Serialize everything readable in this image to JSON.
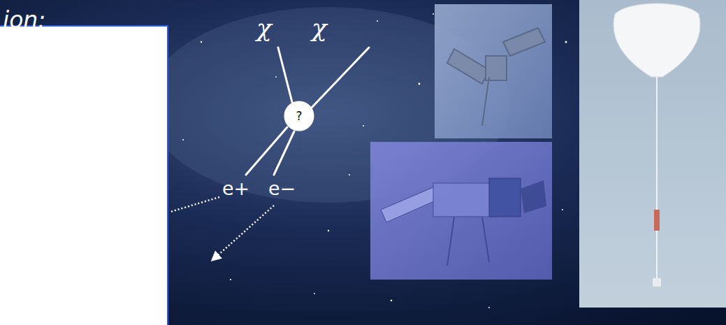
{
  "diagram": {
    "nodes": [
      {
        "text": [
          "?"
        ]
      }
    ],
    "labels": [
      "ion:",
      "χ",
      "χ",
      "e+",
      "e−"
    ]
  }
}
